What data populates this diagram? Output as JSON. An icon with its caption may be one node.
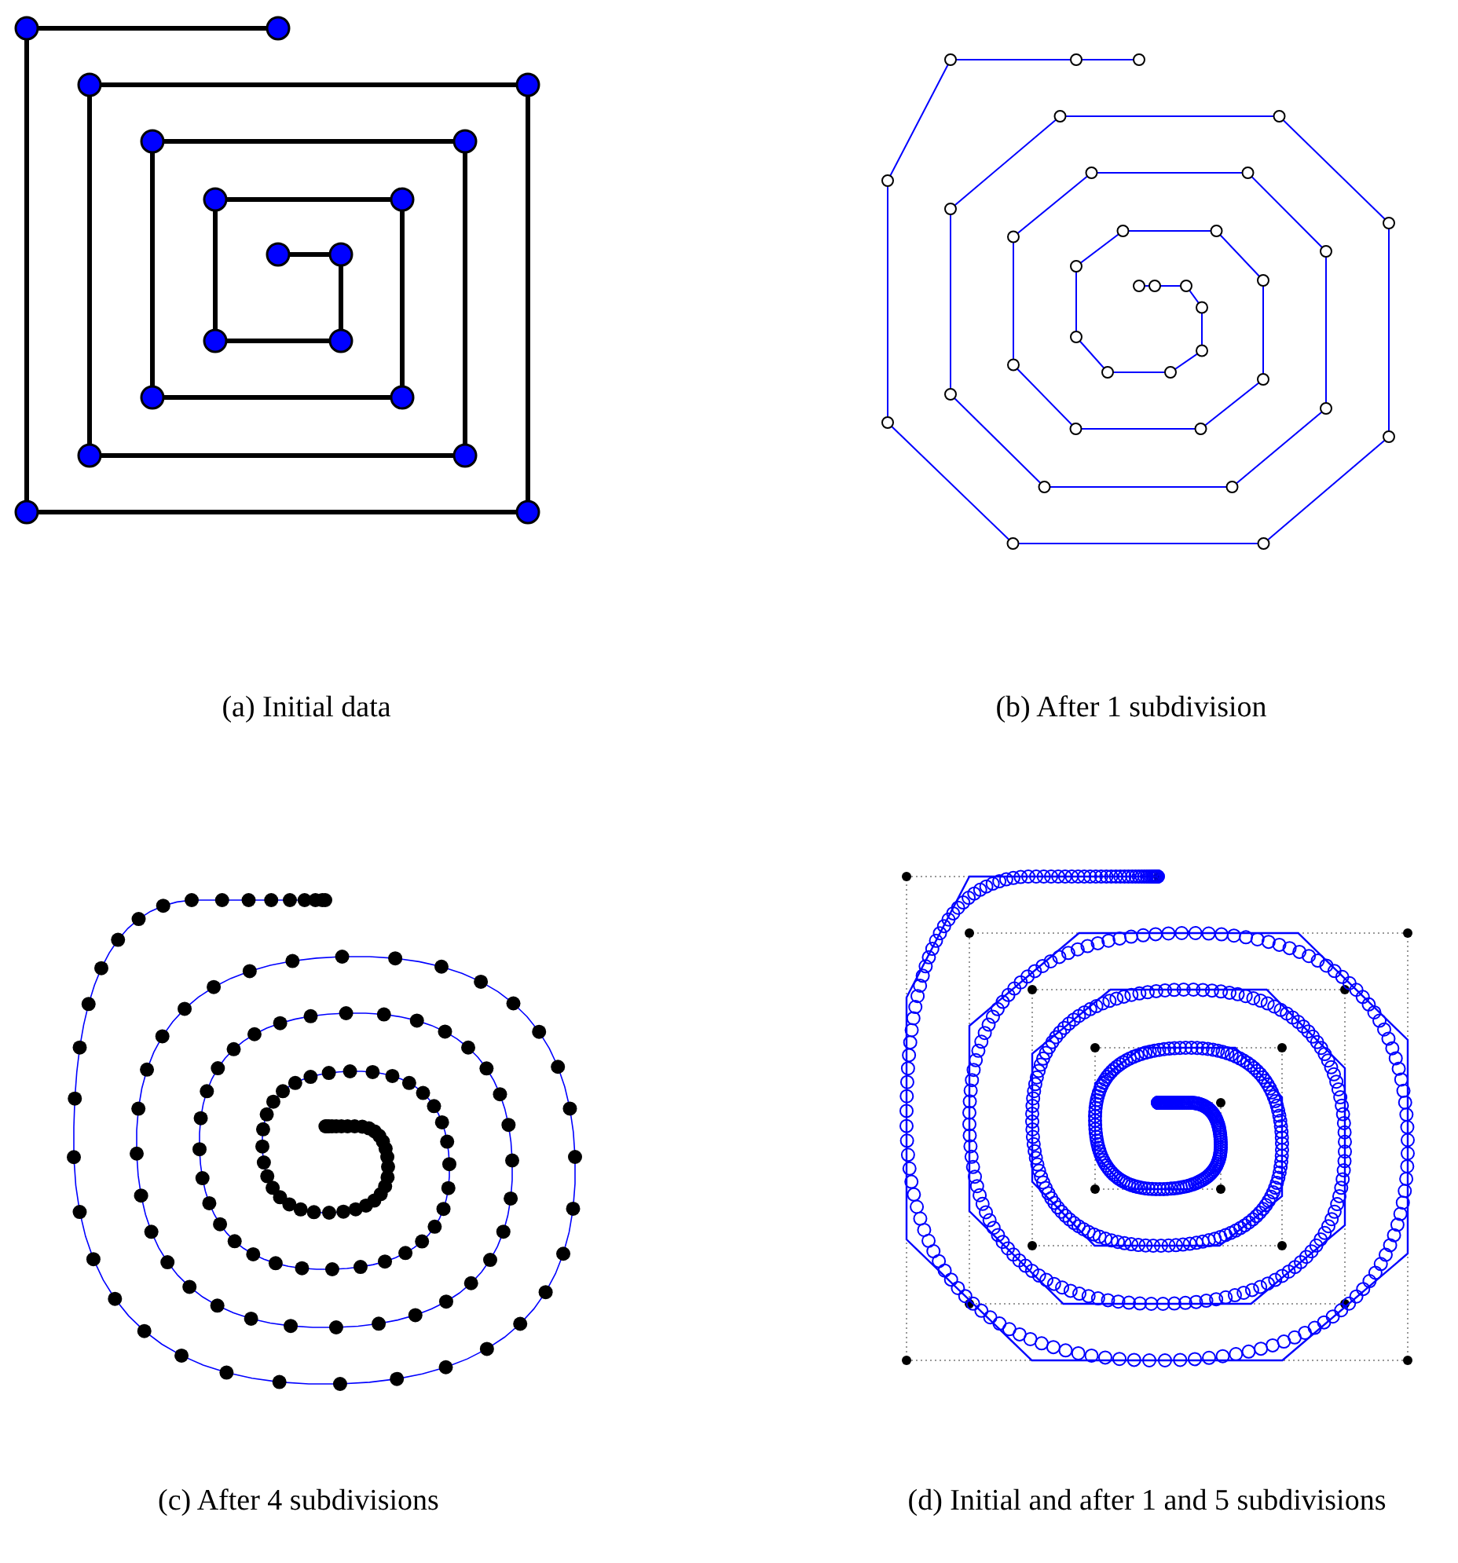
{
  "diagram": {
    "labels": [
      "(a) Initial data",
      "(b) After 1 subdivision",
      "(c) After 4 subdivisions",
      "(d) Initial and after 1 and 5 subdivisions"
    ]
  }
}
